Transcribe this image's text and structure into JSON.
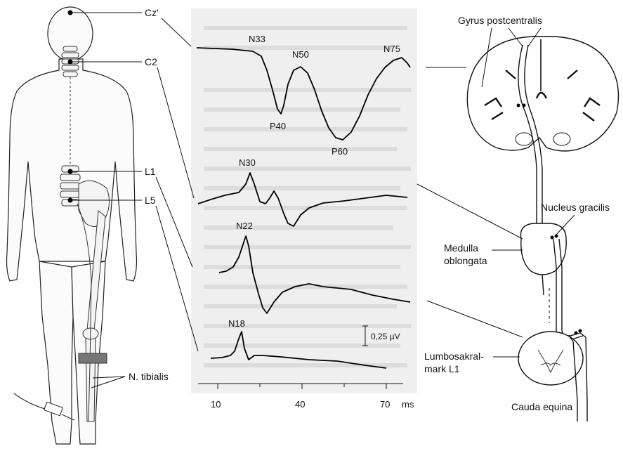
{
  "left": {
    "electrodes": [
      {
        "key": "cz",
        "label": "Cz'"
      },
      {
        "key": "c2",
        "label": "C2"
      },
      {
        "key": "l1",
        "label": "L1"
      },
      {
        "key": "l5",
        "label": "L5"
      }
    ],
    "nerve_label": "N. tibialis"
  },
  "center": {
    "peaks": {
      "n33": "N33",
      "n50": "N50",
      "n75": "N75",
      "p40": "P40",
      "p60": "P60",
      "n30": "N30",
      "n22": "N22",
      "n18": "N18"
    },
    "scale_label": "0,25 µV",
    "x_ticks": [
      "10",
      "40",
      "70"
    ],
    "x_unit": "ms"
  },
  "right": {
    "gyrus": "Gyrus postcentralis",
    "nucleus": "Nucleus gracilis",
    "medulla_1": "Medulla",
    "medulla_2": "oblongata",
    "lumbo_1": "Lumbosakral-",
    "lumbo_2": "mark L1",
    "cauda": "Cauda equina"
  },
  "colors": {
    "ink": "#111111",
    "panel": "#efefef",
    "background": "#ffffff"
  }
}
